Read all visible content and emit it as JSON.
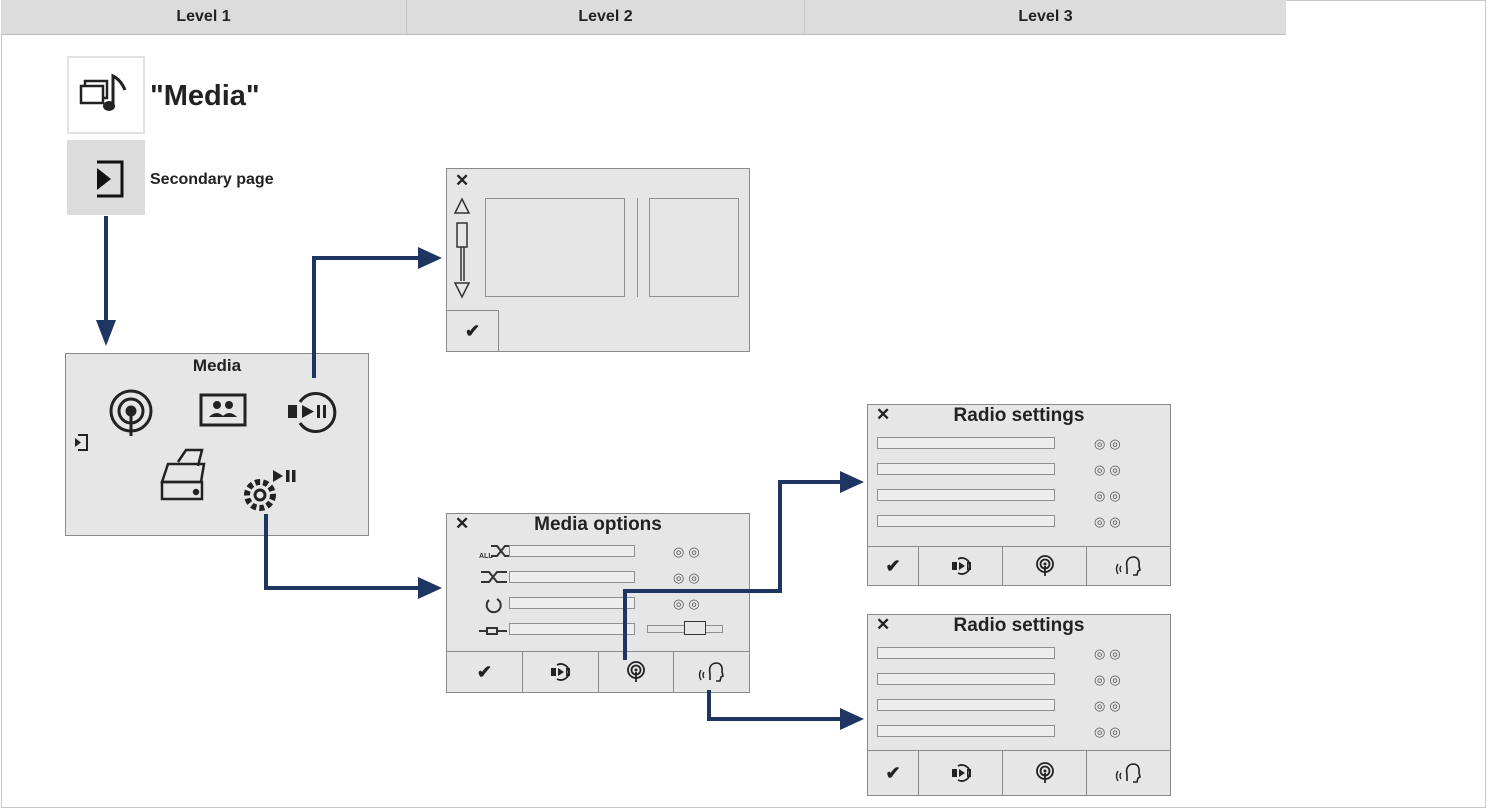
{
  "headers": {
    "level1": "Level 1",
    "level2": "Level 2",
    "level3": "Level 3"
  },
  "level1": {
    "media_label": "\"Media\"",
    "secondary_label": "Secondary page",
    "media_screen_title": "Media"
  },
  "level2": {
    "media_options_title": "Media options",
    "close": "✕",
    "check": "✔"
  },
  "level3": {
    "radio_settings_top_title": "Radio settings",
    "radio_settings_bottom_title": "Radio settings",
    "close": "✕",
    "check": "✔"
  },
  "colors": {
    "arrow": "#1f3561",
    "header_bg": "#dcdcdc",
    "screen_bg": "#e6e6e6"
  }
}
